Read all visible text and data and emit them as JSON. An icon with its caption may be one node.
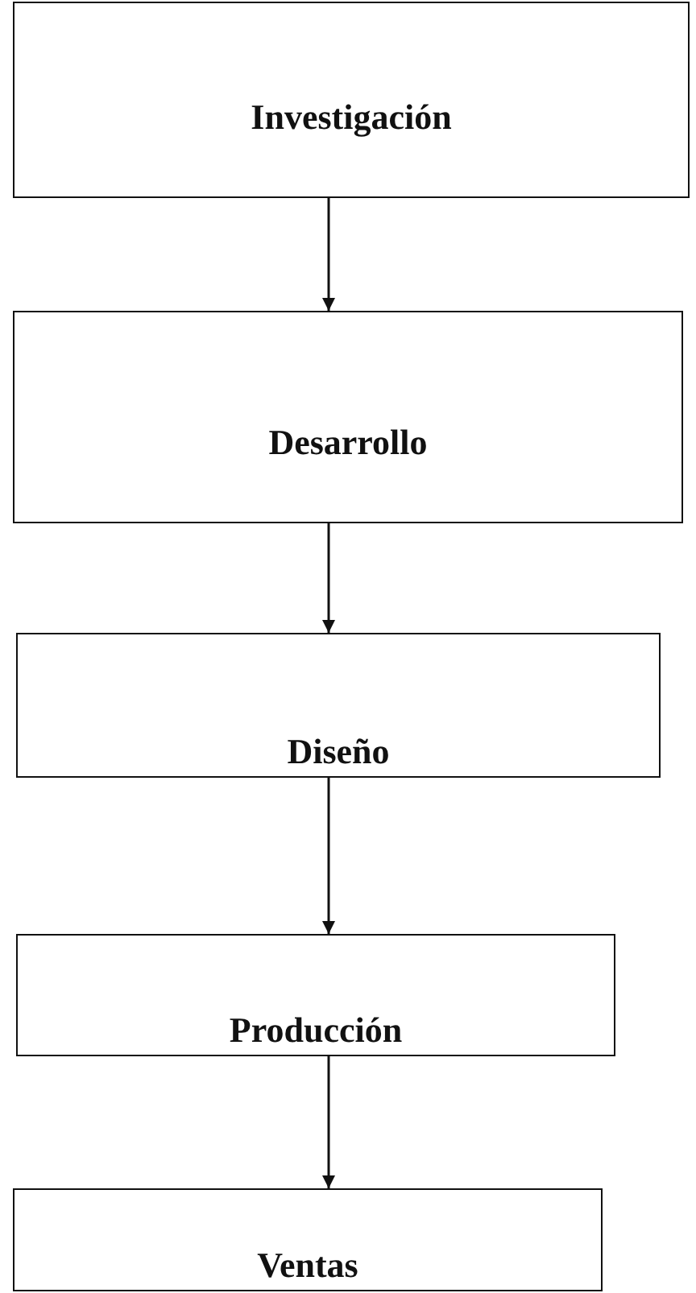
{
  "diagram": {
    "nodes": [
      {
        "text": [
          "Investigación"
        ]
      },
      {
        "text": [
          "Desarrollo"
        ]
      },
      {
        "text": [
          "Diseño"
        ]
      },
      {
        "text": [
          "Producción"
        ]
      },
      {
        "text": [
          "Ventas"
        ]
      }
    ],
    "edges": [
      {
        "from": 0,
        "to": 1,
        "arrow": "to"
      },
      {
        "from": 1,
        "to": 2,
        "arrow": "to"
      },
      {
        "from": 2,
        "to": 3,
        "arrow": "to"
      },
      {
        "from": 3,
        "to": 4,
        "arrow": "to"
      }
    ]
  }
}
